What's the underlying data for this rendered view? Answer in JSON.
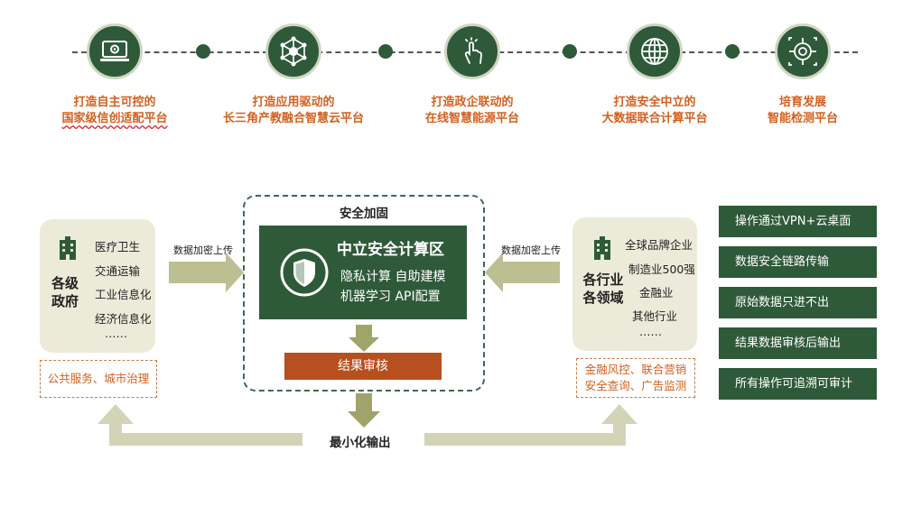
{
  "timeline": {
    "items": [
      {
        "line1": "打造自主可控的",
        "line2": "国家级信创适配平台",
        "icon": "computer-gear-icon"
      },
      {
        "line1": "打造应用驱动的",
        "line2": "长三角产教融合智慧云平台",
        "icon": "network-hub-icon"
      },
      {
        "line1": "打造政企联动的",
        "line2": "在线智慧能源平台",
        "icon": "hand-touch-icon"
      },
      {
        "line1": "打造安全中立的",
        "line2": "大数据联合计算平台",
        "icon": "globe-icon"
      },
      {
        "line1": "培育发展",
        "line2": "智能检测平台",
        "icon": "target-scan-icon"
      }
    ]
  },
  "left_panel": {
    "title_line1": "各级",
    "title_line2": "政府",
    "items": [
      "医疗卫生",
      "交通运输",
      "工业信息化",
      "经济信息化",
      "……"
    ],
    "box_text": "公共服务、城市治理",
    "arrow_label": "数据加密上传"
  },
  "center": {
    "outer_title": "安全加固",
    "box_title": "中立安全计算区",
    "line1": "隐私计算  自助建模",
    "line2": "机器学习  API配置",
    "result_label": "结果审核",
    "output_label": "最小化输出"
  },
  "right_panel": {
    "title_line1": "各行业",
    "title_line2": "各领域",
    "items": [
      "全球品牌企业",
      "制造业500强",
      "金融业",
      "其他行业",
      "……"
    ],
    "box_line1": "金融风控、联合营销",
    "box_line2": "安全查询、广告监测",
    "arrow_label": "数据加密上传"
  },
  "right_list": [
    "操作通过VPN+云桌面",
    "数据安全链路传输",
    "原始数据只进不出",
    "结果数据审核后输出",
    "所有操作可追溯可审计"
  ],
  "colors": {
    "dark_green": "#2f5a3a",
    "orange": "#d4601e",
    "result_bg": "#b7501f",
    "arrow": "#bcbf92",
    "panel": "#ecebda"
  }
}
